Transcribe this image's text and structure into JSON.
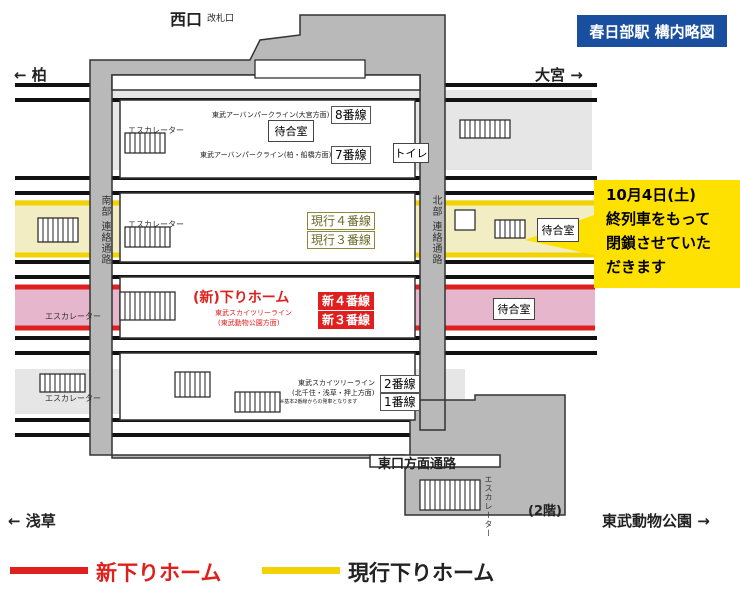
{
  "title": "春日部駅 構内略図",
  "directions": {
    "north_west": "← 柏",
    "north_east": "大宮 →",
    "south_west": "← 浅草",
    "south_east": "東武動物公園 →"
  },
  "exits": {
    "west": "西口",
    "ticket_gate": "改札口",
    "east_passage": "東口方面通路",
    "second_floor": "(2階)"
  },
  "platforms": {
    "line8": {
      "line": "東武アーバンパークライン(大宮方面)",
      "track": "8番線"
    },
    "line7": {
      "line": "東武アーバンパークライン(柏・船橋方面)",
      "track": "7番線"
    },
    "current4": "現行４番線",
    "current3": "現行３番線",
    "new_platform": "(新)下りホーム",
    "new_line": "東武スカイツリーライン",
    "new_line_dir": "(東武動物公園方面)",
    "new4": "新４番線",
    "new3": "新３番線",
    "line2": "2番線",
    "line1": "1番線",
    "skytree": "東武スカイツリーライン",
    "skytree_dir": "(北千住・浅草・押上方面)",
    "skytree_note": "※基本2番線からの発車となります"
  },
  "rooms": {
    "waiting": "待合室",
    "toilet": "トイレ"
  },
  "labels": {
    "escalator": "エスカレーター",
    "south_passage": "南部 連絡通路",
    "north_passage": "北部 連絡通路"
  },
  "notice": [
    "10月4日(土)",
    "終列車をもって",
    "閉鎖させていた",
    "だきます"
  ],
  "legend": {
    "new": "新下りホーム",
    "current": "現行下りホーム"
  },
  "colors": {
    "new_platform": "#e0201e",
    "current_platform": "#f2d200",
    "notice": "#ffe100",
    "title_bg": "#1a4fa0",
    "structure": "#b9b9b9"
  }
}
